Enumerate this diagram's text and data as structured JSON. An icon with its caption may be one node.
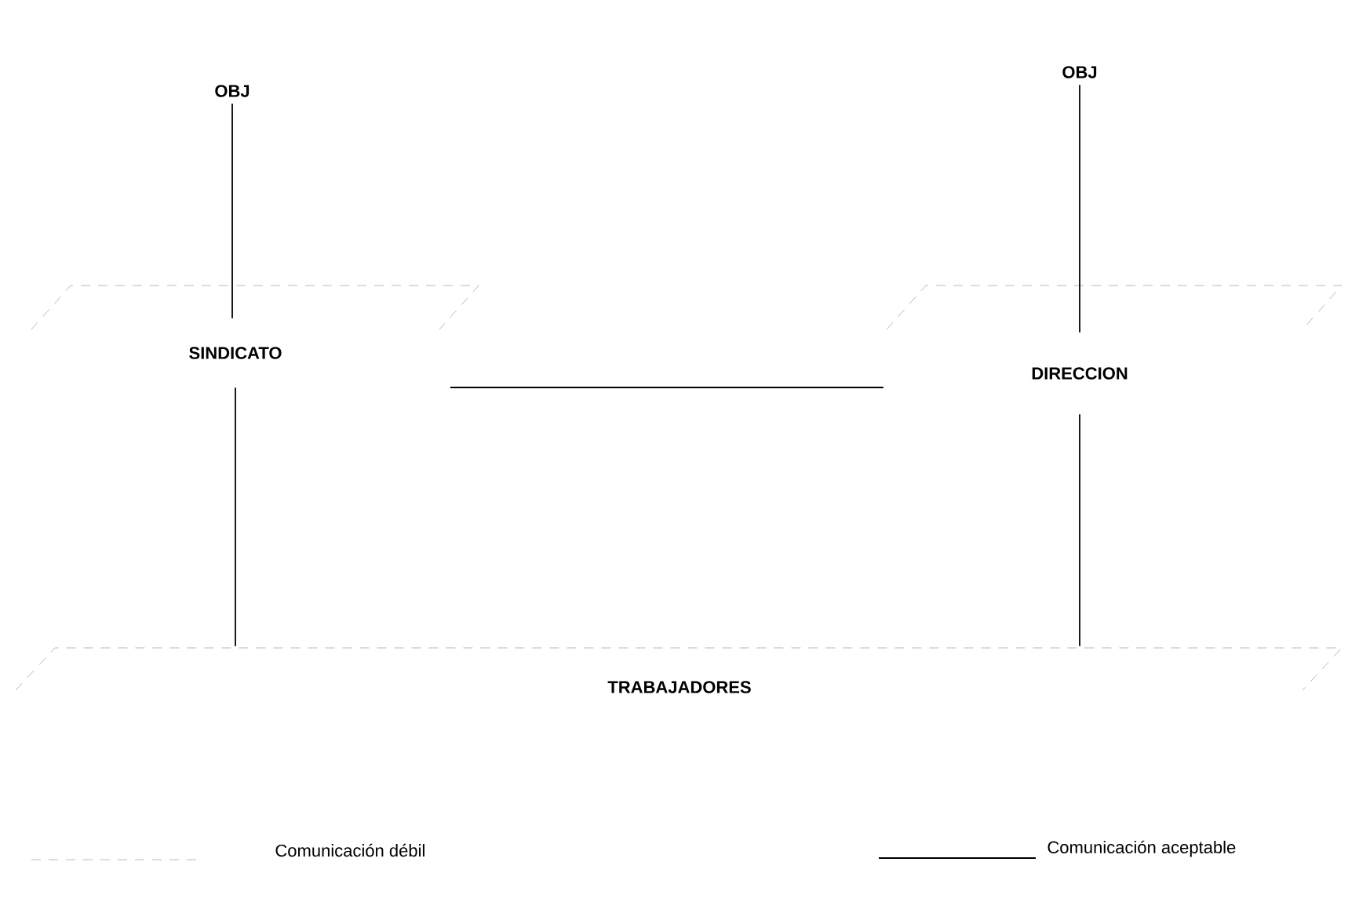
{
  "diagram": {
    "nodes": [
      {
        "text": [
          "OBJ"
        ]
      },
      {
        "text": [
          "OBJ"
        ]
      },
      {
        "text": [
          "SINDICATO"
        ]
      },
      {
        "text": [
          "DIRECCION"
        ]
      },
      {
        "text": [
          "TRABAJADORES"
        ]
      }
    ],
    "edges": [
      {
        "from": 0,
        "to": 2,
        "arrow": "none"
      },
      {
        "from": 1,
        "to": 3,
        "arrow": "none"
      },
      {
        "from": 2,
        "to": 3,
        "arrow": "none"
      },
      {
        "from": 2,
        "to": 4,
        "arrow": "none"
      },
      {
        "from": 3,
        "to": 4,
        "arrow": "none"
      }
    ],
    "legend": [
      {
        "text": "Comunicación débil"
      },
      {
        "text": "Comunicación aceptable"
      }
    ]
  }
}
